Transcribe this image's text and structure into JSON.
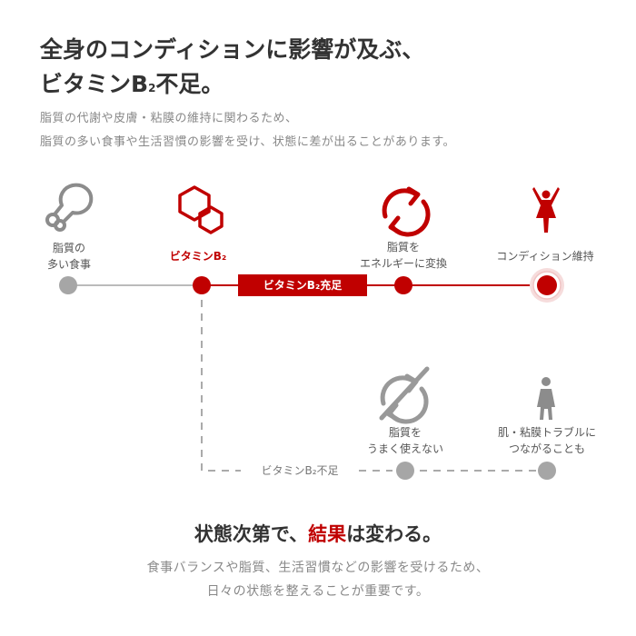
{
  "headline": {
    "line1": "全身のコンディションに影響が及ぶ、",
    "line2_prefix": "ビタミンB",
    "line2_sub": "2",
    "line2_suffix": "不足。"
  },
  "intro": {
    "line1": "脂質の代謝や皮膚・粘膜の維持に関わるため、",
    "line2": "脂質の多い食事や生活習慣の影響を受け、状態に差が出ることがあります。"
  },
  "diagram": {
    "nodes": {
      "food": {
        "label_line1": "脂質の",
        "label_line2": "多い食事",
        "icon": "chicken-leg-icon"
      },
      "vitamin": {
        "label": "ビタミンB₂",
        "icon": "hexagon-molecule-icon"
      },
      "energy": {
        "label_line1": "脂質を",
        "label_line2": "エネルギーに変換",
        "icon": "recycle-arrows-icon"
      },
      "condition": {
        "label": "コンディション維持",
        "icon": "person-arms-up-icon"
      },
      "no_convert": {
        "label_line1": "脂質を",
        "label_line2": "うまく使えない",
        "icon": "recycle-crossed-icon"
      },
      "trouble": {
        "label_line1": "肌・粘膜トラブルに",
        "label_line2": "つながることも",
        "icon": "person-standing-icon"
      }
    },
    "sufficient_label": "ビタミンB₂充足",
    "deficient_label": "ビタミンB₂不足",
    "colors": {
      "accent": "#c00000",
      "gray": "#999999",
      "light_gray": "#bbbbbb"
    }
  },
  "conclusion": {
    "prefix": "状態次第で、",
    "highlight": "結果",
    "suffix": "は変わる。"
  },
  "outro": {
    "line1": "食事バランスや脂質、生活習慣などの影響を受けるため、",
    "line2": "日々の状態を整えることが重要です。"
  }
}
